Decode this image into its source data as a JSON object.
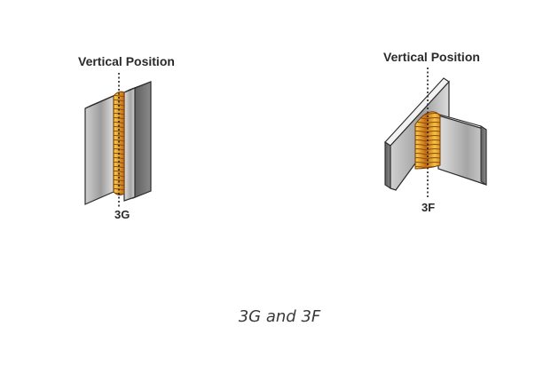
{
  "figures": [
    {
      "heading": "Vertical Position",
      "code": "3G"
    },
    {
      "heading": "Vertical Position",
      "code": "3F"
    }
  ],
  "caption": "3G and 3F",
  "colors": {
    "plate_light": "#d9d9d9",
    "plate_mid": "#a8a8a8",
    "plate_dark": "#6e6e6e",
    "plate_edge": "#2b2b2b",
    "weld_yellow": "#f2b632",
    "weld_orange": "#c8731e",
    "axis_line": "#222222"
  },
  "icons": {
    "left_diagram": "butt-joint-3g-icon",
    "right_diagram": "tee-joint-3f-icon"
  }
}
